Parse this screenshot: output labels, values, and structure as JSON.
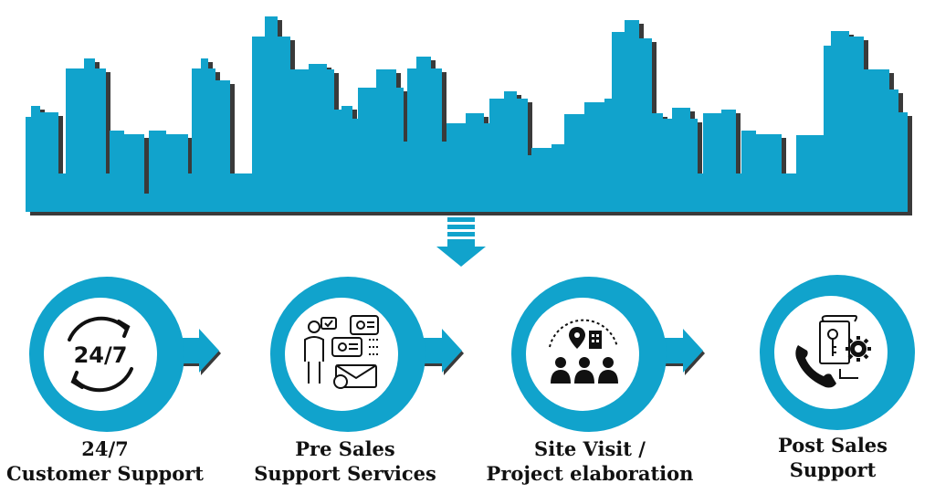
{
  "colors": {
    "accent": "#11a3cc",
    "shadow": "#3a3a3a",
    "icon": "#111111",
    "text": "#111111"
  },
  "steps": [
    {
      "icon": "clock-24-7-icon",
      "badge": "24/7",
      "label_line1": "24/7",
      "label_line2": "Customer Support"
    },
    {
      "icon": "consultant-chat-icon",
      "label_line1": "Pre Sales",
      "label_line2": "Support Services"
    },
    {
      "icon": "site-visit-team-icon",
      "label_line1": "Site Visit /",
      "label_line2": "Project elaboration"
    },
    {
      "icon": "phone-document-gear-icon",
      "label_line1": "Post Sales",
      "label_line2": "Support"
    }
  ]
}
